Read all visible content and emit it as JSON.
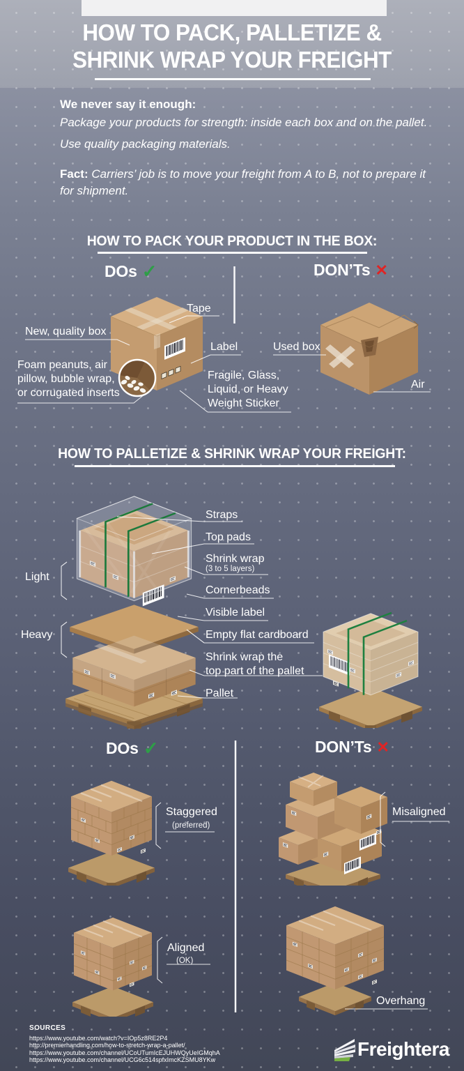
{
  "header": {
    "title_line1": "HOW TO PACK, PALLETIZE &",
    "title_line2": "SHRINK WRAP YOUR FREIGHT"
  },
  "intro": {
    "lead": "We never say it enough:",
    "line1": "Package your products for strength: inside each box and on the pallet.",
    "line2": "Use quality packaging materials.",
    "fact_label": "Fact:",
    "fact_text": " Carriers’ job is to move your freight from A to B, not to prepare it for shipment."
  },
  "icons": {
    "check": "✓",
    "cross": "✕"
  },
  "section_box": {
    "title": "HOW TO PACK YOUR PRODUCT IN THE BOX:",
    "dos_label": "DOs",
    "donts_label": "DON’Ts",
    "dos_annotations": {
      "tape": "Tape",
      "new_box": "New, quality box",
      "label": "Label",
      "foam_lines": [
        "Foam peanuts, air",
        "pillow, bubble wrap,",
        "or corrugated inserts"
      ],
      "sticker_lines": [
        "Fragile, Glass,",
        "Liquid, or Heavy",
        "Weight Sticker"
      ]
    },
    "donts_annotations": {
      "used_box": "Used box",
      "air": "Air"
    }
  },
  "section_pallet": {
    "title": "HOW TO PALLETIZE & SHRINK WRAP YOUR FREIGHT:",
    "annotations": {
      "straps": "Straps",
      "top_pads": "Top pads",
      "shrink_wrap": "Shrink wrap",
      "shrink_wrap_note": "(3 to 5 layers)",
      "cornerbeads": "Cornerbeads",
      "visible_label": "Visible label",
      "empty_cardboard": "Empty flat cardboard",
      "shrink_top_line1": "Shrink wrap the",
      "shrink_top_line2": "top part of the pallet",
      "pallet": "Pallet",
      "light": "Light",
      "heavy": "Heavy"
    }
  },
  "comparison": {
    "dos_label": "DOs",
    "donts_label": "DON’Ts",
    "staggered": "Staggered",
    "staggered_note": "(preferred)",
    "aligned": "Aligned",
    "aligned_note": "(OK)",
    "misaligned": "Misaligned",
    "overhang": "Overhang"
  },
  "sources": {
    "heading": "SOURCES",
    "links": [
      "https://www.youtube.com/watch?v=IOp5z8RE2P4",
      "http://premierhandling.com/how-to-stretch-wrap-a-pallet/",
      "https://www.youtube.com/channel/UCoUTumIcEJUHWQyUeIGMqhA",
      "https://www.youtube.com/channel/UCG6c514spfxImcKZSMU8YKw"
    ]
  },
  "footer": {
    "brand": "Freightera"
  },
  "colors": {
    "check_green": "#2e9e47",
    "cross_red": "#e02424",
    "strap_green": "#1e7a3f",
    "cardboard": "#c49c70",
    "background_top": "#a8abb5",
    "background_bottom": "#424757",
    "logo_green": "#76b043"
  }
}
